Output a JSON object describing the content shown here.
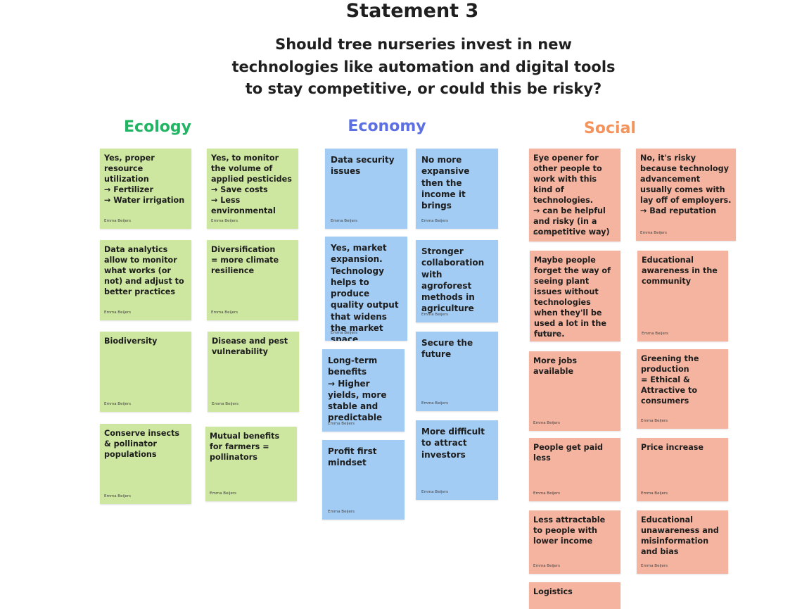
{
  "board": {
    "title": "Statement 3",
    "question": "Should tree nurseries invest in new technologies like automation and digital tools to stay competitive, or could this be risky?"
  },
  "colors": {
    "ecology": "#21b462",
    "economy": "#5c70e3",
    "social": "#f4945c",
    "ecology_note": "#cde6a0",
    "economy_note": "#a3ccf4",
    "social_note": "#f5b49f"
  },
  "categories": {
    "ecology": "Ecology",
    "economy": "Economy",
    "social": "Social"
  },
  "author": "Emma Beijers",
  "notes": {
    "ecology": [
      {
        "text": "Yes, proper resource utilization\n→ Fertilizer\n→ Water irrigation",
        "author": "Emma Beijers"
      },
      {
        "text": "Yes, to monitor the volume of applied pesticides\n→ Save costs\n→ Less environmental",
        "author": "Emma Beijers"
      },
      {
        "text": "Data analytics allow to monitor what works (or not) and adjust to better practices",
        "author": "Emma Beijers"
      },
      {
        "text": "Diversification\n= more climate resilience",
        "author": "Emma Beijers"
      },
      {
        "text": "Biodiversity",
        "author": "Emma Beijers"
      },
      {
        "text": "Disease and pest vulnerability",
        "author": "Emma Beijers"
      },
      {
        "text": "Conserve insects & pollinator populations",
        "author": "Emma Beijers"
      },
      {
        "text": "Mutual benefits for farmers = pollinators",
        "author": "Emma Beijers"
      }
    ],
    "economy": [
      {
        "text": "Data security issues",
        "author": "Emma Beijers"
      },
      {
        "text": "No more expansive then the income it brings",
        "author": "Emma Beijers"
      },
      {
        "text": "Yes, market expansion. Technology helps to produce quality output that widens the market space",
        "author": "Emma Beijers"
      },
      {
        "text": "Stronger collaboration with agroforest methods in agriculture",
        "author": "Emma Beijers"
      },
      {
        "text": "Long-term benefits\n→ Higher yields, more stable and predictable",
        "author": "Emma Beijers"
      },
      {
        "text": "Secure the future",
        "author": "Emma Beijers"
      },
      {
        "text": "Profit first mindset",
        "author": "Emma Beijers"
      },
      {
        "text": "More difficult to attract investors",
        "author": "Emma Beijers"
      }
    ],
    "social": [
      {
        "text": "Eye opener for other people to work with this kind of technologies.\n→ can be helpful and risky (in a competitive way)",
        "author": "Emma Beijers"
      },
      {
        "text": "No, it's risky because technology advancement usually comes with lay off of employers.\n→ Bad reputation",
        "author": "Emma Beijers"
      },
      {
        "text": "Maybe people forget the way of seeing plant issues without technologies when they'll be used a lot in the future.",
        "author": "Emma Beijers"
      },
      {
        "text": "Educational awareness in the community",
        "author": "Emma Beijers"
      },
      {
        "text": "More jobs available",
        "author": "Emma Beijers"
      },
      {
        "text": "Greening the production\n= Ethical & Attractive to consumers",
        "author": "Emma Beijers"
      },
      {
        "text": "People get paid less",
        "author": "Emma Beijers"
      },
      {
        "text": "Price increase",
        "author": "Emma Beijers"
      },
      {
        "text": "Less attractable to people with lower income",
        "author": "Emma Beijers"
      },
      {
        "text": "Educational unawareness and misinformation and bias",
        "author": "Emma Beijers"
      },
      {
        "text": "Logistics",
        "author": ""
      }
    ]
  }
}
